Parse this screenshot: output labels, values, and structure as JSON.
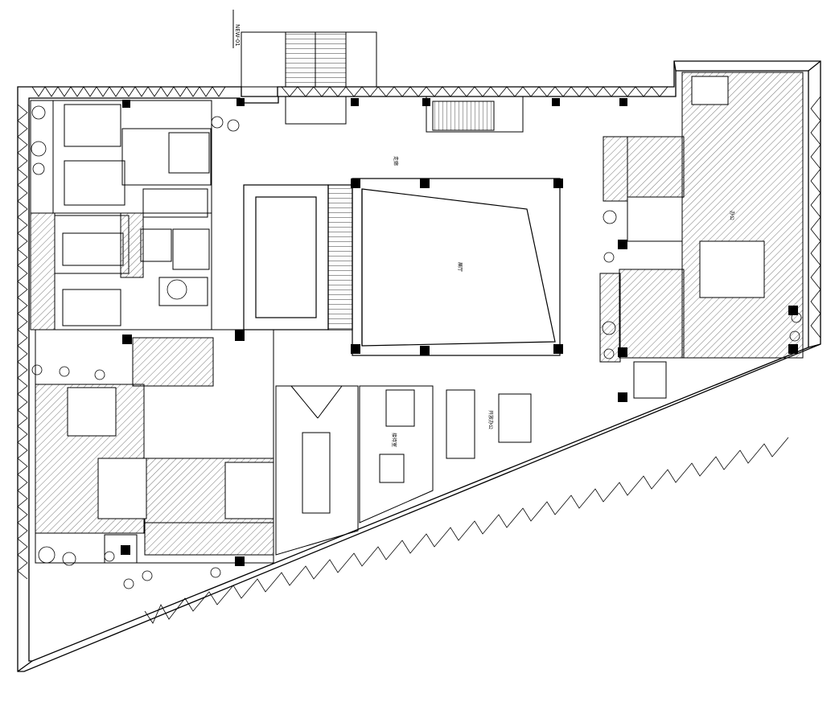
{
  "drawing": {
    "line_color": "#000000",
    "background": "#ffffff",
    "hatch_color": "#555555"
  },
  "labels": {
    "grid_tag": "NEW-01",
    "corridor": "走廊",
    "hall": "展厅",
    "office_right": "办公",
    "reception": "接待室",
    "open_office": "开放办公"
  }
}
